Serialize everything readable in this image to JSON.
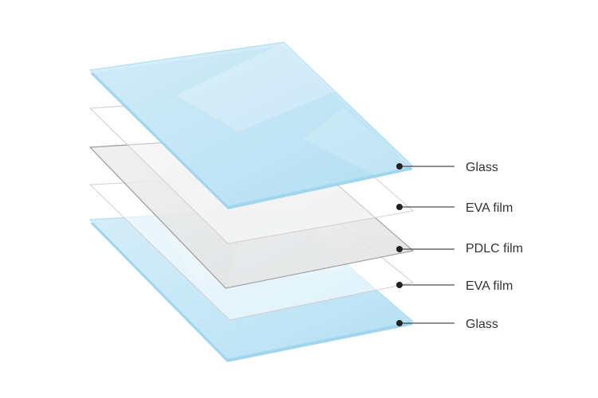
{
  "layers": [
    {
      "label": "Glass",
      "material": "glass",
      "fill": "#bfe4f5"
    },
    {
      "label": "EVA film",
      "material": "film",
      "fill": "#ffffff"
    },
    {
      "label": "PDLC film",
      "material": "pdlc",
      "fill": "#e3e3e3"
    },
    {
      "label": "EVA film",
      "material": "film",
      "fill": "#ffffff"
    },
    {
      "label": "Glass",
      "material": "glass",
      "fill": "#bfe4f5"
    }
  ],
  "colors": {
    "glass_edge": "#8fd3ee",
    "film_edge": "#c8c8c8",
    "pdlc_edge": "#9a9a9a",
    "leader": "#222222",
    "label_text": "#333333"
  }
}
